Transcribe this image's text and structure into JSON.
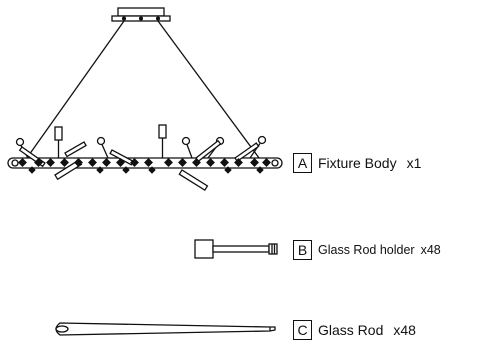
{
  "parts": [
    {
      "letter": "A",
      "name": "Fixture Body",
      "qty": "x1"
    },
    {
      "letter": "B",
      "name": "Glass Rod holder",
      "qty": "x48"
    },
    {
      "letter": "C",
      "name": "Glass Rod",
      "qty": "x48"
    }
  ],
  "colors": {
    "line": "#111111",
    "background": "#ffffff"
  }
}
